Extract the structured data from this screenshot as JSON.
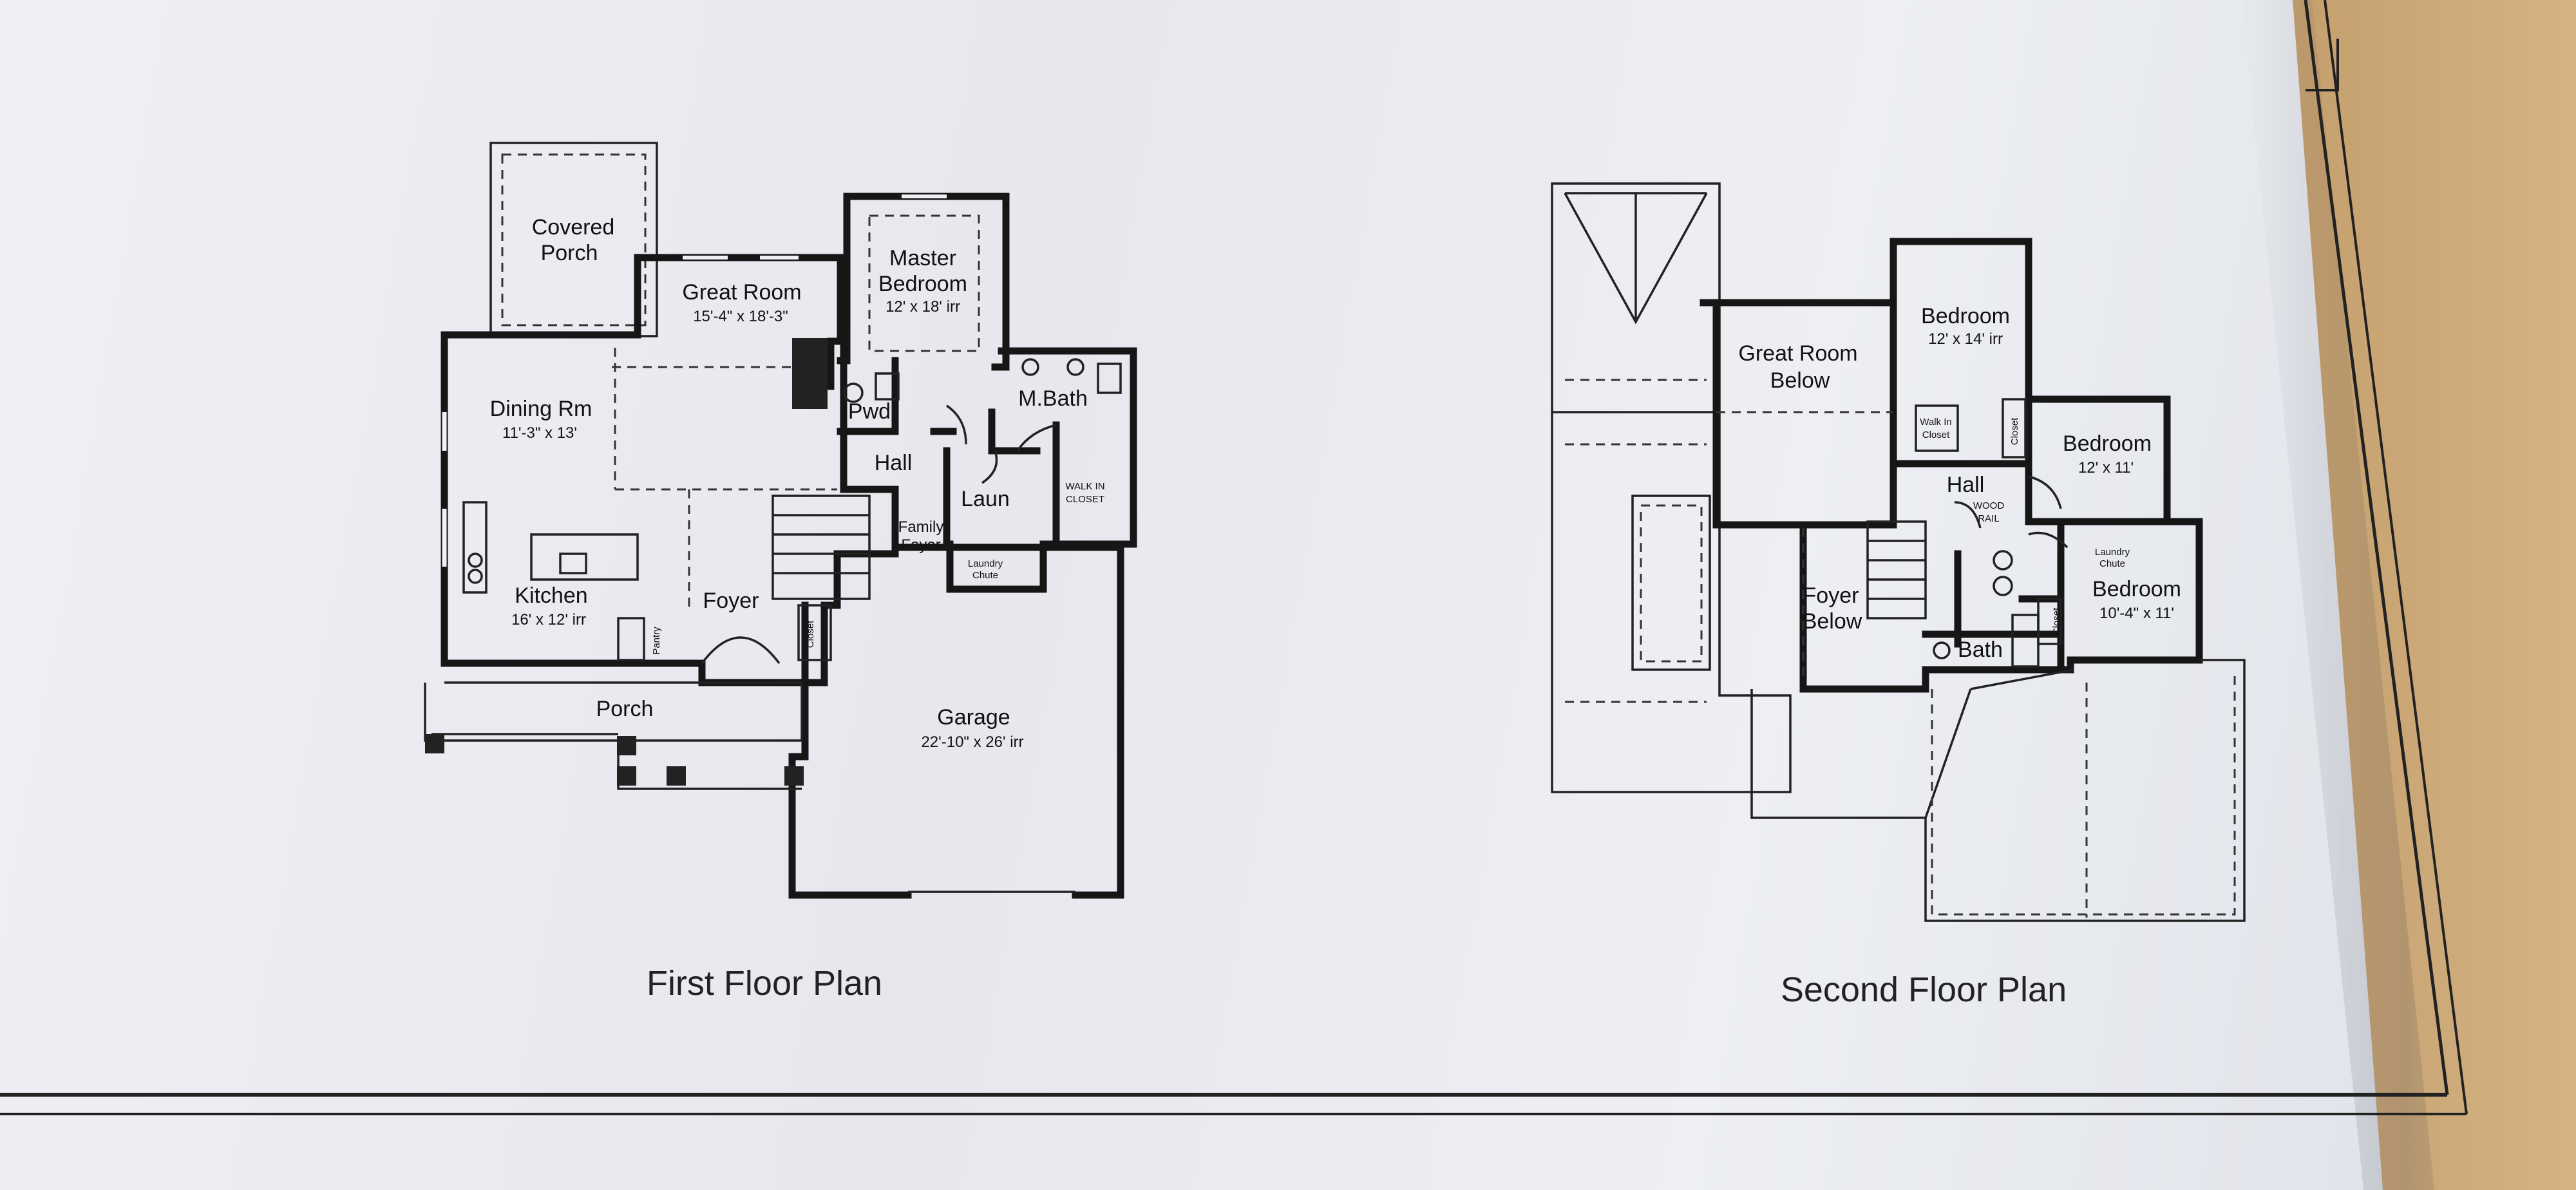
{
  "first_floor": {
    "title": "First Floor Plan",
    "rooms": [
      {
        "key": "covered-porch",
        "lines": [
          "Covered",
          "Porch"
        ],
        "dim": ""
      },
      {
        "key": "great-room",
        "lines": [
          "Great Room"
        ],
        "dim": "15'-4\" x 18'-3\""
      },
      {
        "key": "master-bedroom",
        "lines": [
          "Master",
          "Bedroom"
        ],
        "dim": "12' x 18' irr"
      },
      {
        "key": "dining-rm",
        "lines": [
          "Dining Rm"
        ],
        "dim": "11'-3\" x 13'"
      },
      {
        "key": "pwd",
        "lines": [
          "Pwd"
        ],
        "dim": ""
      },
      {
        "key": "m-bath",
        "lines": [
          "M.Bath"
        ],
        "dim": ""
      },
      {
        "key": "hall",
        "lines": [
          "Hall"
        ],
        "dim": ""
      },
      {
        "key": "laun",
        "lines": [
          "Laun"
        ],
        "dim": ""
      },
      {
        "key": "walk-in-closet",
        "lines": [
          "WALK IN",
          "CLOSET"
        ],
        "dim": ""
      },
      {
        "key": "family-foyer",
        "lines": [
          "Family",
          "Foyer"
        ],
        "dim": ""
      },
      {
        "key": "laundry-chute",
        "lines": [
          "Laundry",
          "Chute"
        ],
        "dim": ""
      },
      {
        "key": "kitchen",
        "lines": [
          "Kitchen"
        ],
        "dim": "16' x 12' irr"
      },
      {
        "key": "foyer",
        "lines": [
          "Foyer"
        ],
        "dim": ""
      },
      {
        "key": "pantry",
        "lines": [
          "Pantry"
        ],
        "dim": ""
      },
      {
        "key": "closet",
        "lines": [
          "Closet"
        ],
        "dim": ""
      },
      {
        "key": "porch",
        "lines": [
          "Porch"
        ],
        "dim": ""
      },
      {
        "key": "garage",
        "lines": [
          "Garage"
        ],
        "dim": "22'-10\" x 26' irr"
      }
    ]
  },
  "second_floor": {
    "title": "Second Floor Plan",
    "rooms": [
      {
        "key": "great-room-below",
        "lines": [
          "Great Room",
          "Below"
        ],
        "dim": ""
      },
      {
        "key": "bedroom-1",
        "lines": [
          "Bedroom"
        ],
        "dim": "12' x 14' irr"
      },
      {
        "key": "walk-in-closet",
        "lines": [
          "Walk In",
          "Closet"
        ],
        "dim": ""
      },
      {
        "key": "closet-1",
        "lines": [
          "Closet"
        ],
        "dim": ""
      },
      {
        "key": "bedroom-2",
        "lines": [
          "Bedroom"
        ],
        "dim": "12' x 11'"
      },
      {
        "key": "hall",
        "lines": [
          "Hall"
        ],
        "dim": ""
      },
      {
        "key": "wood-rail",
        "lines": [
          "WOOD",
          "RAIL"
        ],
        "dim": ""
      },
      {
        "key": "laundry-chute",
        "lines": [
          "Laundry",
          "Chute"
        ],
        "dim": ""
      },
      {
        "key": "foyer-below",
        "lines": [
          "Foyer",
          "Below"
        ],
        "dim": ""
      },
      {
        "key": "bedroom-3",
        "lines": [
          "Bedroom"
        ],
        "dim": "10'-4\" x 11'"
      },
      {
        "key": "closet-2",
        "lines": [
          "Closet"
        ],
        "dim": ""
      },
      {
        "key": "bath",
        "lines": [
          "Bath"
        ],
        "dim": ""
      }
    ]
  }
}
